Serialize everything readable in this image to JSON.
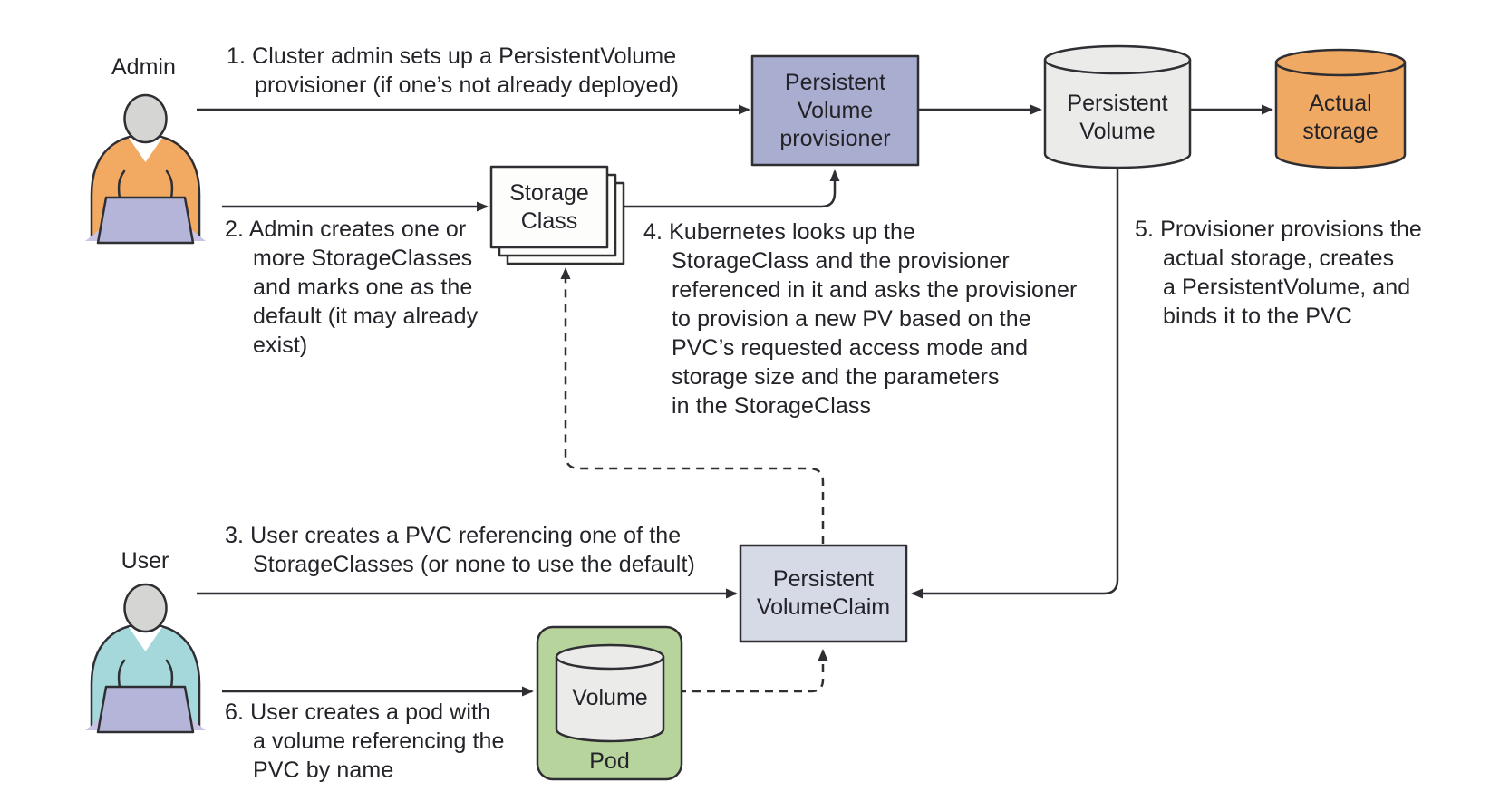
{
  "actors": {
    "admin": {
      "label": "Admin"
    },
    "user": {
      "label": "User"
    }
  },
  "nodes": {
    "provisioner": {
      "label": "Persistent\nVolume\nprovisioner"
    },
    "persistent_volume": {
      "label": "Persistent\nVolume"
    },
    "actual_storage": {
      "label": "Actual\nstorage"
    },
    "storage_class": {
      "label": "Storage\nClass"
    },
    "pvc": {
      "label": "Persistent\nVolumeClaim"
    },
    "volume": {
      "label": "Volume"
    },
    "pod": {
      "label": "Pod"
    }
  },
  "steps": {
    "step1": "1. Cluster admin sets up a PersistentVolume\nprovisioner (if one’s not already deployed)",
    "step2": "2. Admin creates one or\nmore StorageClasses\nand marks one as the\ndefault (it may already\nexist)",
    "step3": "3. User creates a PVC referencing one of the\nStorageClasses (or none to use the default)",
    "step4": "4. Kubernetes looks up the\nStorageClass and the provisioner\nreferenced in it and asks the provisioner\nto provision a new PV based on the\nPVC’s requested access mode and\nstorage size and the parameters\nin the StorageClass",
    "step5": "5. Provisioner provisions the\nactual storage, creates\na PersistentVolume, and\nbinds it to the PVC",
    "step6": "6. User creates a pod with\na volume referencing the\nPVC by name"
  },
  "colors": {
    "provisioner_fill": "#a9aed0",
    "pvc_fill": "#d6d9e6",
    "pod_fill": "#b7d49c",
    "actual_storage_fill": "#f0a963",
    "cylinder_gray_fill": "#ebebe9",
    "sheet_fill": "#fdfdfb",
    "admin_sweater": "#f2aa63",
    "user_sweater": "#a5d8da",
    "vneck": "#ffffff",
    "laptop": "#b4b5d8",
    "laptop_shadow": "#cbc3e5",
    "head": "#d5d5d3",
    "line": "#2e2e33",
    "text": "#232329"
  }
}
